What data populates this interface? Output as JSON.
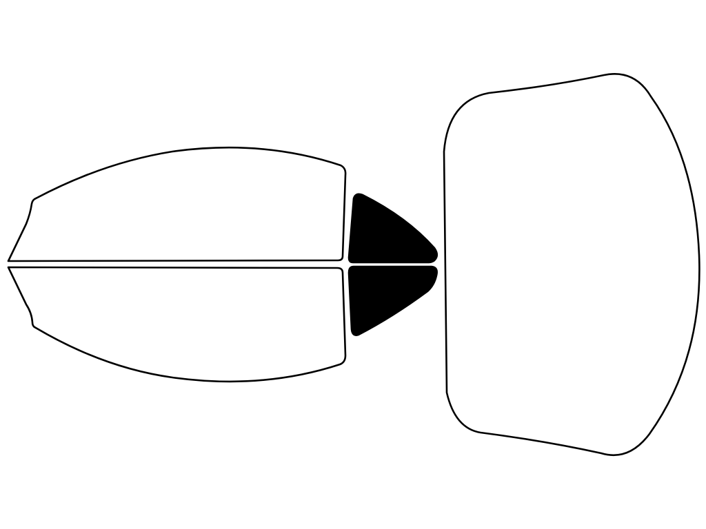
{
  "diagram": {
    "background_color": "#ffffff",
    "outline_color": "#000000",
    "tint_color": "#000000",
    "windows": [
      {
        "id": "front-left-door-window",
        "tinted": false
      },
      {
        "id": "front-right-door-window",
        "tinted": false
      },
      {
        "id": "left-quarter-window",
        "tinted": true
      },
      {
        "id": "right-quarter-window",
        "tinted": true
      },
      {
        "id": "rear-window",
        "tinted": false
      }
    ]
  }
}
